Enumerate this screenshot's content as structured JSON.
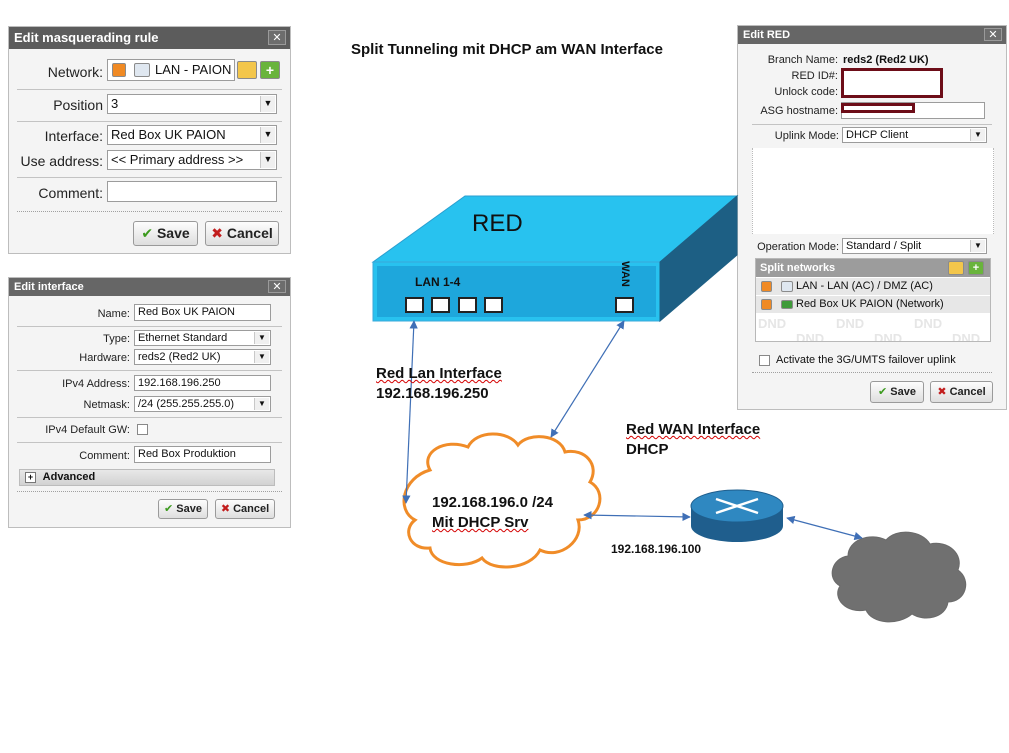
{
  "title": "Split Tunneling  mit DHCP am WAN Interface",
  "masq": {
    "title": "Edit masquerading rule",
    "network_label": "Network:",
    "network_value": "LAN - PAION",
    "position_label": "Position",
    "position_value": "3",
    "interface_label": "Interface:",
    "interface_value": "Red Box UK PAION",
    "use_address_label": "Use address:",
    "use_address_value": "<< Primary address >>",
    "comment_label": "Comment:",
    "comment_value": "",
    "save": "Save",
    "cancel": "Cancel"
  },
  "iface": {
    "title": "Edit interface",
    "name_label": "Name:",
    "name_value": "Red Box UK PAION",
    "type_label": "Type:",
    "type_value": "Ethernet Standard",
    "hardware_label": "Hardware:",
    "hardware_value": "reds2 (Red2 UK)",
    "ipv4_label": "IPv4 Address:",
    "ipv4_value": "192.168.196.250",
    "netmask_label": "Netmask:",
    "netmask_value": "/24 (255.255.255.0)",
    "gw_label": "IPv4 Default GW:",
    "comment_label": "Comment:",
    "comment_value": "Red Box Produktion",
    "advanced": "Advanced",
    "save": "Save",
    "cancel": "Cancel"
  },
  "red": {
    "title": "Edit RED",
    "branch_label": "Branch Name:",
    "branch_value": "reds2 (Red2 UK)",
    "redid_label": "RED ID#:",
    "unlock_label": "Unlock code:",
    "asg_label": "ASG hostname:",
    "uplink_label": "Uplink Mode:",
    "uplink_value": "DHCP Client",
    "opmode_label": "Operation Mode:",
    "opmode_value": "Standard / Split",
    "split_header": "Split networks",
    "split_items": [
      "LAN - LAN (AC) / DMZ (AC)",
      "Red Box UK PAION (Network)"
    ],
    "watermark": [
      "DND",
      "DND",
      "DND",
      "DND",
      "DND",
      "DND"
    ],
    "failover_label": "Activate the 3G/UMTS failover uplink",
    "save": "Save",
    "cancel": "Cancel"
  },
  "diagram": {
    "red_label": "RED",
    "lan_ports_label": "LAN 1-4",
    "wan_label": "WAN",
    "lan_if_line1": "Red Lan Interface",
    "lan_if_line2": "192.168.196.250",
    "wan_if_line1": "Red WAN Interface",
    "wan_if_line2": "DHCP",
    "cloud_line1": "192.168.196.0  /24",
    "cloud_line2": "Mit DHCP  Srv",
    "router_ip": "192.168.196.100"
  }
}
